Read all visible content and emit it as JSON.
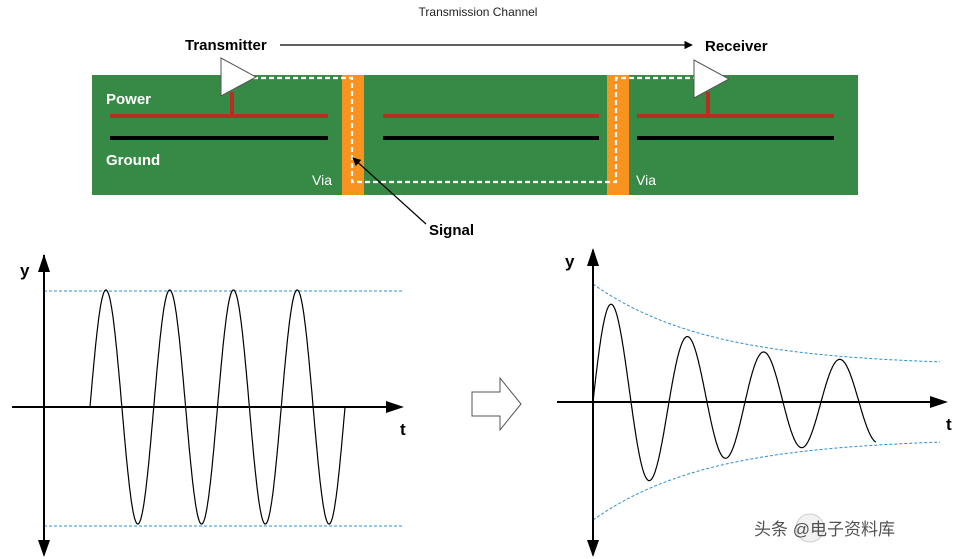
{
  "header": {
    "title": "Transmission Channel"
  },
  "board": {
    "transmitter_label": "Transmitter",
    "receiver_label": "Receiver",
    "power_label": "Power",
    "ground_label": "Ground",
    "via_left_label": "Via",
    "via_right_label": "Via",
    "signal_label": "Signal",
    "colors": {
      "board": "#378a45",
      "power_trace": "#b5301f",
      "ground_trace": "#000000",
      "via": "#f7931e",
      "signal_path": "#ffffff"
    }
  },
  "left_plot": {
    "y_label": "y",
    "x_label": "t",
    "wave": "constant-amplitude sine",
    "envelope_color": "#2a8fd6"
  },
  "transition": {
    "arrow_icon": "hollow-right-arrow-icon"
  },
  "right_plot": {
    "y_label": "y",
    "x_label": "t",
    "wave": "damped sine",
    "envelope_color": "#2a8fd6"
  },
  "watermark": {
    "text": "头条 @电子资料库"
  }
}
